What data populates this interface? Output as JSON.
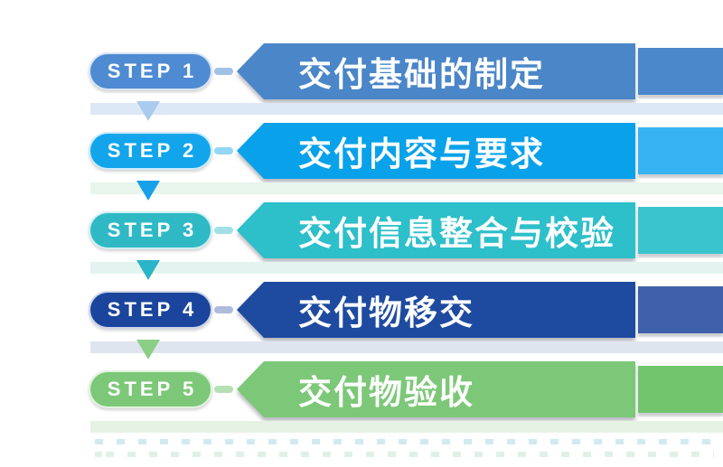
{
  "background_color": "#ffffff",
  "steps": [
    {
      "label": "STEP 1",
      "title": "交付基础的制定",
      "colors": {
        "pill": "#4e8bd2",
        "banner": "#4a86c8",
        "extension": "#4b88cb",
        "connector": "#6f9fd8",
        "arrow": "#a8cbee",
        "band": "#dce8f6"
      }
    },
    {
      "label": "STEP 2",
      "title": "交付内容与要求",
      "colors": {
        "pill": "#12a5ec",
        "banner": "#09a2ea",
        "extension": "#38b3f2",
        "connector": "#5bc0f0",
        "arrow": "#18a0e9",
        "band": "#e7f5ec"
      }
    },
    {
      "label": "STEP 3",
      "title": "交付信息整合与校验",
      "colors": {
        "pill": "#2fb9c5",
        "banner": "#2dbfca",
        "extension": "#3ac4ce",
        "connector": "#6fd0d8",
        "arrow": "#2ab4c7",
        "band": "#e3f4f0"
      }
    },
    {
      "label": "STEP 4",
      "title": "交付物移交",
      "colors": {
        "pill": "#1b459c",
        "banner": "#1e4ba0",
        "extension": "#3e61aa",
        "connector": "#8297c8",
        "arrow": "#8bcf87",
        "band": "#dfe5ef"
      }
    },
    {
      "label": "STEP 5",
      "title": "交付物验收",
      "colors": {
        "pill": "#7dc878",
        "banner": "#7cc878",
        "extension": "#73c56d",
        "connector": "#8fd08a",
        "band": "#e6f3e4"
      }
    }
  ]
}
